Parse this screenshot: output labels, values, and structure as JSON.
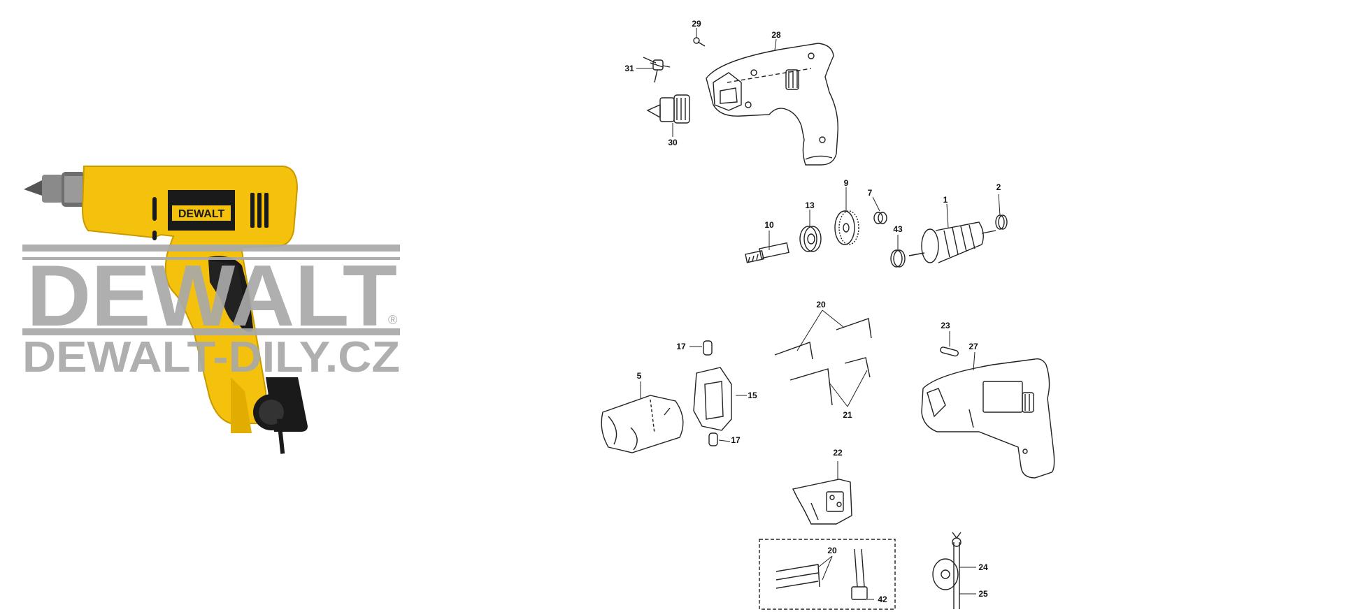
{
  "watermark": {
    "brand": "DEWALT",
    "site": "DEWALT-DILY.CZ",
    "registered_mark": "®",
    "product_badge": "DEWALT"
  },
  "colors": {
    "tool_yellow": "#f4c20d",
    "tool_black": "#1a1a1a",
    "watermark_gray": "#a9a9a9",
    "line": "#222222"
  },
  "parts": [
    {
      "id": "29",
      "label": "29"
    },
    {
      "id": "28",
      "label": "28"
    },
    {
      "id": "31",
      "label": "31"
    },
    {
      "id": "30",
      "label": "30"
    },
    {
      "id": "9",
      "label": "9"
    },
    {
      "id": "7",
      "label": "7"
    },
    {
      "id": "13",
      "label": "13"
    },
    {
      "id": "2",
      "label": "2"
    },
    {
      "id": "1",
      "label": "1"
    },
    {
      "id": "10",
      "label": "10"
    },
    {
      "id": "43",
      "label": "43"
    },
    {
      "id": "20a",
      "label": "20"
    },
    {
      "id": "23",
      "label": "23"
    },
    {
      "id": "17a",
      "label": "17"
    },
    {
      "id": "27",
      "label": "27"
    },
    {
      "id": "5",
      "label": "5"
    },
    {
      "id": "15",
      "label": "15"
    },
    {
      "id": "21",
      "label": "21"
    },
    {
      "id": "17b",
      "label": "17"
    },
    {
      "id": "22",
      "label": "22"
    },
    {
      "id": "20b",
      "label": "20"
    },
    {
      "id": "24",
      "label": "24"
    },
    {
      "id": "25",
      "label": "25"
    },
    {
      "id": "42",
      "label": "42"
    }
  ]
}
